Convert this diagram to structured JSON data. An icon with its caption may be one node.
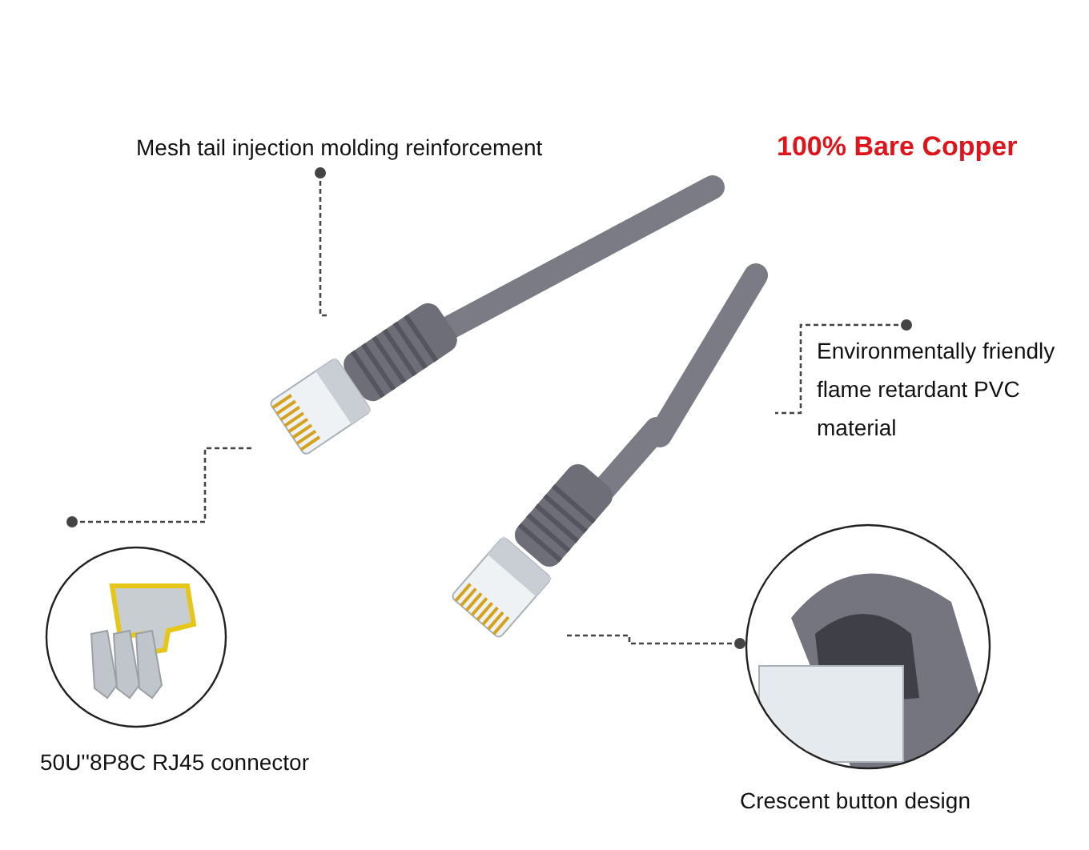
{
  "diagram": {
    "nodes": [
      {
        "text": [
          "Mesh tail injection molding reinforcement"
        ]
      },
      {
        "text": [],
        "shape": "picture"
      },
      {
        "text": [
          "Environmentally friendly flame retardant PVC material"
        ]
      },
      {
        "text": [],
        "shape": "picture"
      },
      {
        "text": [
          "50U''8P8C RJ45 connector"
        ]
      },
      {
        "text": [],
        "shape": "picture"
      },
      {
        "text": [
          "Crescent button design"
        ]
      },
      {
        "text": [],
        "shape": "picture"
      }
    ],
    "edges": [
      {
        "from": 0,
        "to": 1,
        "arrow": "other",
        "style": "dashed"
      },
      {
        "from": 2,
        "to": 3,
        "arrow": "other",
        "style": "dashed"
      },
      {
        "from": 4,
        "to": 5,
        "arrow": "other",
        "style": "dashed"
      },
      {
        "from": 6,
        "to": 7,
        "arrow": "other",
        "style": "dashed"
      }
    ],
    "labels": [
      "100% Bare Copper"
    ]
  }
}
